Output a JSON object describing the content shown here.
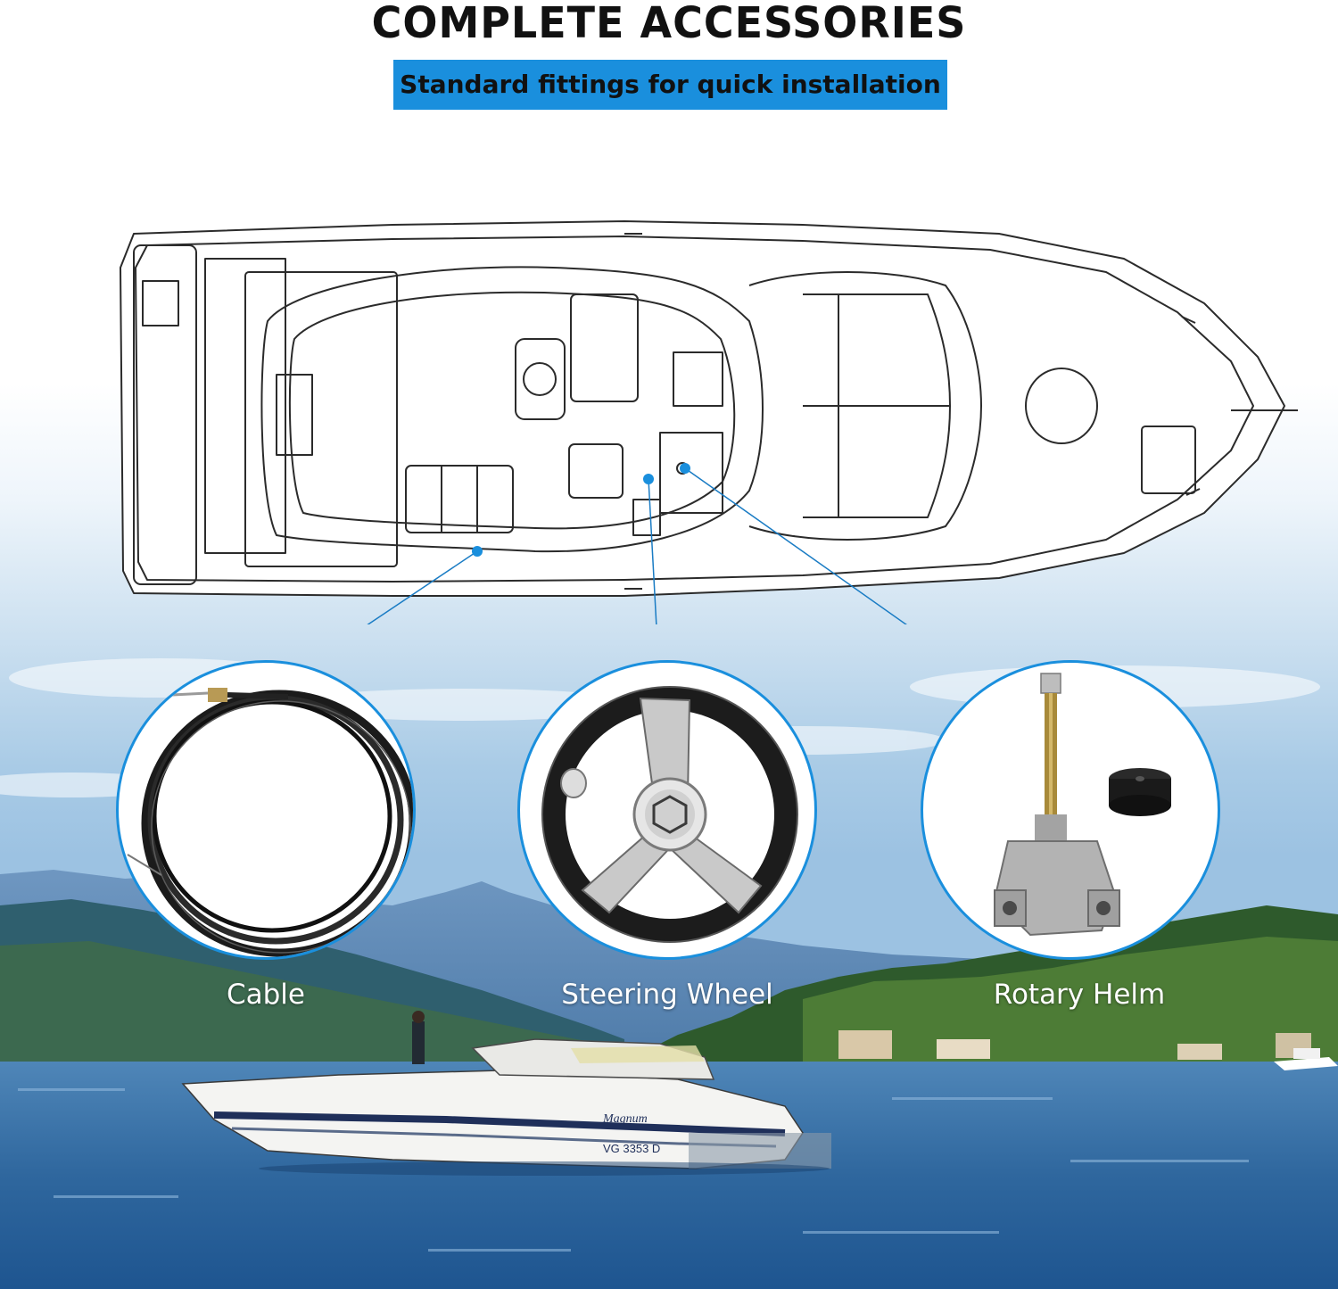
{
  "header": {
    "title": "COMPLETE ACCESSORIES",
    "subtitle": "Standard fittings for quick installation"
  },
  "parts": [
    {
      "label": "Cable"
    },
    {
      "label": "Steering Wheel"
    },
    {
      "label": "Rotary Helm"
    }
  ],
  "colors": {
    "accent_blue": "#1a8fdd",
    "title_text": "#111111",
    "label_text": "#ffffff"
  }
}
